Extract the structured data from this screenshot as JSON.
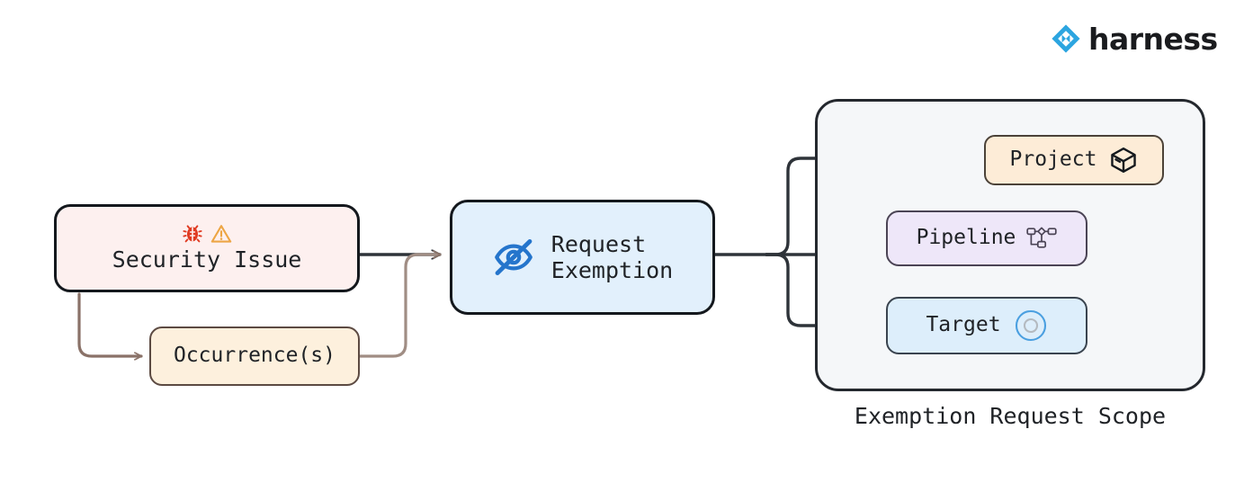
{
  "brand": {
    "name": "harness",
    "logo_icon": "harness-diamond-logo",
    "logo_color": "#2CA5E0",
    "text_color": "#1a1b1e"
  },
  "diagram": {
    "type": "flowchart",
    "direction": "left-to-right",
    "nodes": [
      {
        "id": "security-issue",
        "label": "Security Issue",
        "icons": [
          "bug-icon",
          "warning-triangle-icon"
        ],
        "fill": "#fdf0ef",
        "stroke": "#14181d"
      },
      {
        "id": "occurrences",
        "label": "Occurrence(s)",
        "icons": [],
        "fill": "#fdf0dd",
        "stroke": "#5c4a42"
      },
      {
        "id": "request-exemption",
        "label": "Request\nExemption",
        "label_line1": "Request",
        "label_line2": "Exemption",
        "icons": [
          "eye-off-icon"
        ],
        "icon_color": "#2575cc",
        "fill": "#e2f0fc",
        "stroke": "#14181d"
      },
      {
        "id": "project",
        "label": "Project",
        "icons": [
          "cube-icon"
        ],
        "fill": "#fdecd7",
        "stroke": "#4b4238"
      },
      {
        "id": "pipeline",
        "label": "Pipeline",
        "icons": [
          "pipeline-nodes-icon"
        ],
        "fill": "#eee7f9",
        "stroke": "#4b4455"
      },
      {
        "id": "target",
        "label": "Target",
        "icons": [
          "target-circle-icon"
        ],
        "icon_color": "#4a9fe0",
        "fill": "#ddeefb",
        "stroke": "#3a444f"
      }
    ],
    "container": {
      "id": "exemption-request-scope",
      "caption": "Exemption Request Scope",
      "fill": "#f5f7f9",
      "stroke": "#24282e",
      "contains": [
        "project",
        "pipeline",
        "target"
      ]
    },
    "edges": [
      {
        "from": "security-issue",
        "to": "request-exemption",
        "color": "#2e3339"
      },
      {
        "from": "security-issue",
        "to": "occurrences",
        "color": "#8a7268"
      },
      {
        "from": "occurrences",
        "to": "request-exemption",
        "color": "#a08d84"
      },
      {
        "from": "request-exemption",
        "to": "project",
        "color": "#2e3339"
      },
      {
        "from": "request-exemption",
        "to": "pipeline",
        "color": "#2e3339"
      },
      {
        "from": "request-exemption",
        "to": "target",
        "color": "#2e3339"
      },
      {
        "from": "project",
        "to": "pipeline",
        "color": "#2e3339"
      },
      {
        "from": "project",
        "to": "target",
        "color": "#2e3339"
      }
    ]
  }
}
